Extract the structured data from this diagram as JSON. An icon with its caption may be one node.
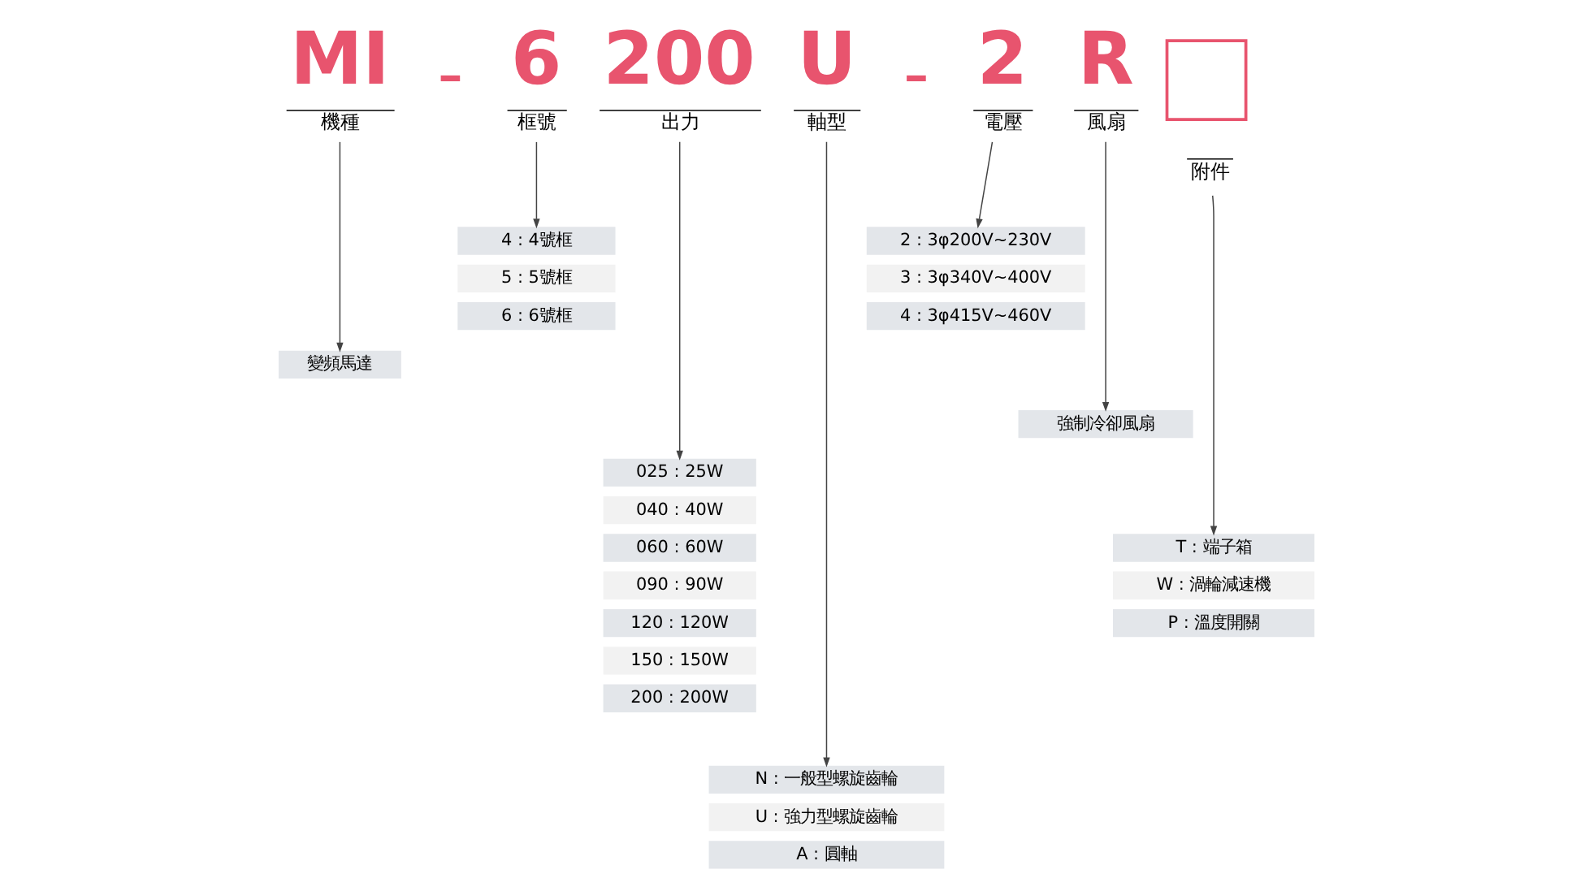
{
  "diagram": {
    "nodes": [
      {
        "text": [
          "MI",
          "機種"
        ]
      },
      {
        "text": [
          "6",
          "框號"
        ]
      },
      {
        "text": [
          "200",
          "出力"
        ]
      },
      {
        "text": [
          "U",
          "軸型"
        ]
      },
      {
        "text": [
          "2",
          "電壓"
        ]
      },
      {
        "text": [
          "R",
          "風扇"
        ]
      },
      {
        "text": [],
        "shape": "box"
      },
      {
        "text": [
          "附件"
        ]
      },
      {
        "text": [
          "變頻馬達"
        ]
      },
      {
        "text": [
          "4 : 4號框"
        ]
      },
      {
        "text": [
          "5 : 5號框"
        ]
      },
      {
        "text": [
          "6 : 6號框"
        ]
      },
      {
        "text": [
          "025 : 25W"
        ]
      },
      {
        "text": [
          "040 : 40W"
        ]
      },
      {
        "text": [
          "060 : 60W"
        ]
      },
      {
        "text": [
          "090 : 90W"
        ]
      },
      {
        "text": [
          "120 : 120W"
        ]
      },
      {
        "text": [
          "150 : 150W"
        ]
      },
      {
        "text": [
          "200 : 200W"
        ]
      },
      {
        "text": [
          "N : 一般型螺旋齒輪"
        ]
      },
      {
        "text": [
          "U : 強力型螺旋齒輪"
        ]
      },
      {
        "text": [
          "A : 圓軸"
        ]
      },
      {
        "text": [
          "2 : 3φ200V~230V"
        ]
      },
      {
        "text": [
          "3 : 3φ340V~400V"
        ]
      },
      {
        "text": [
          "4 : 3φ415V~460V"
        ]
      },
      {
        "text": [
          "強制冷卻風扇"
        ]
      },
      {
        "text": [
          "T : 端子箱"
        ]
      },
      {
        "text": [
          "W : 渦輪減速機"
        ]
      },
      {
        "text": [
          "P : 溫度開關"
        ]
      }
    ],
    "edges": [
      {
        "from": 0,
        "to": 8,
        "arrow": "to"
      },
      {
        "from": 1,
        "to": 9,
        "arrow": "to"
      },
      {
        "from": 2,
        "to": 12,
        "arrow": "to"
      },
      {
        "from": 3,
        "to": 19,
        "arrow": "to"
      },
      {
        "from": 4,
        "to": 22,
        "arrow": "to"
      },
      {
        "from": 5,
        "to": 25,
        "arrow": "to"
      },
      {
        "from": 7,
        "to": 26,
        "arrow": "to"
      }
    ],
    "labels": [
      "-",
      "-"
    ]
  }
}
